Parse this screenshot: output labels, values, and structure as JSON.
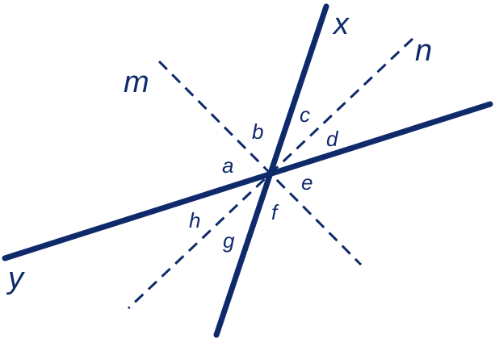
{
  "colors": {
    "ink": "#0f2a6b",
    "background": "#ffffff"
  },
  "lines": {
    "x": "x",
    "y": "y",
    "m": "m",
    "n": "n"
  },
  "angles": {
    "a": "a",
    "b": "b",
    "c": "c",
    "d": "d",
    "e": "e",
    "f": "f",
    "g": "g",
    "h": "h"
  }
}
